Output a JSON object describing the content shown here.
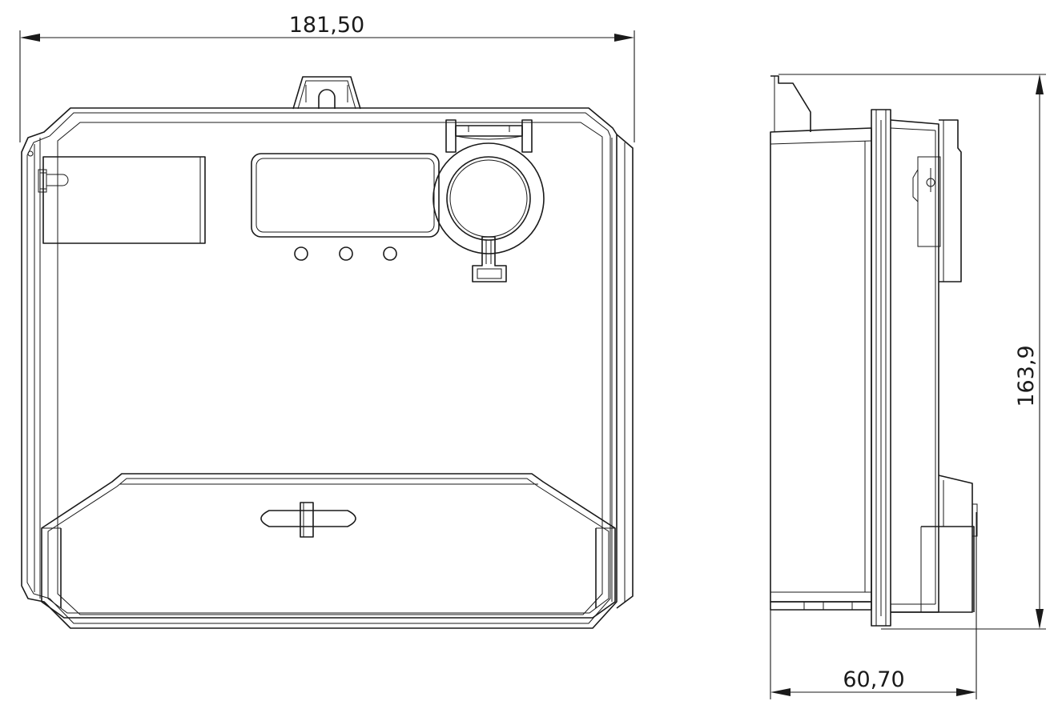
{
  "dimensions": {
    "width": "181,50",
    "depth": "60,70",
    "height": "163,9"
  }
}
